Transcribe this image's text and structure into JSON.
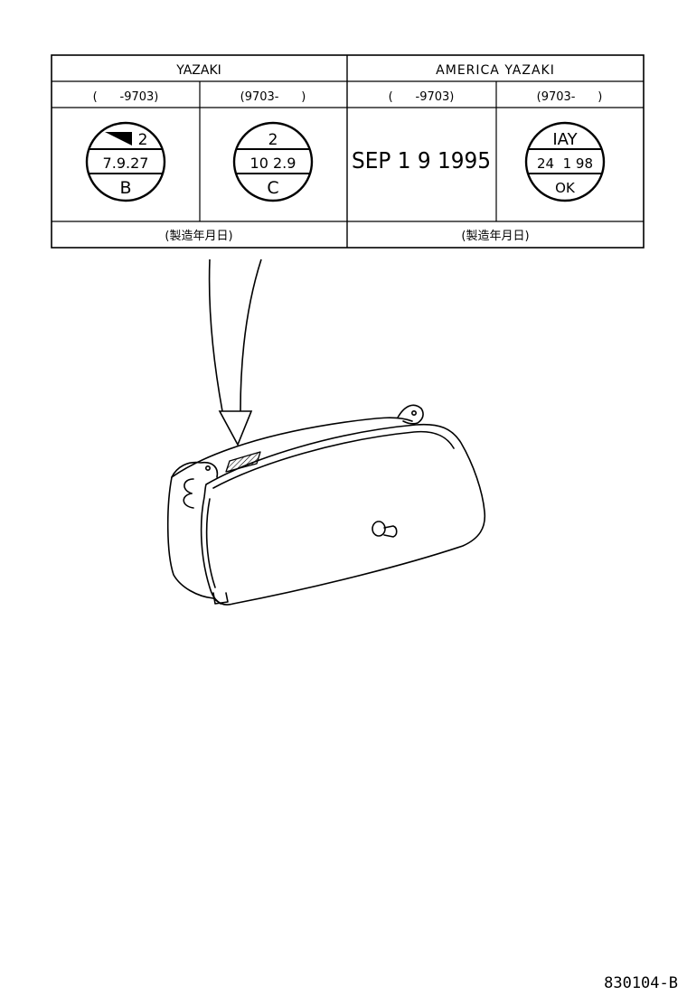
{
  "table": {
    "groups": [
      {
        "name": "YAZAKI",
        "periods": [
          "(      -9703)",
          "(9703-      )"
        ],
        "note": "(製造年月日)"
      },
      {
        "name": "AMERICA YAZAKI",
        "periods": [
          "(      -9703)",
          "(9703-      )"
        ],
        "note": "(製造年月日)"
      }
    ],
    "stamps": [
      {
        "top": "2",
        "middle": "7.9.27",
        "bottom": "B"
      },
      {
        "top": "2",
        "middle": "10 2.9",
        "bottom": "C"
      },
      {
        "date_text": "SEP 1 9 1995"
      },
      {
        "top": "IAY",
        "middle": "24  1 98",
        "bottom": "OK"
      }
    ]
  },
  "illustration": {
    "subject": "combination meter assembly",
    "hatched_label_area": true
  },
  "figure_code": "830104-B"
}
